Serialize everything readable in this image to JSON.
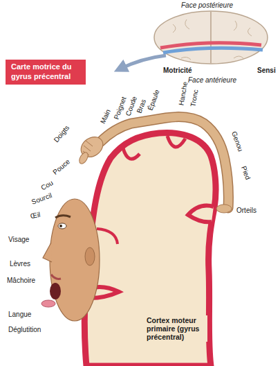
{
  "diagram": {
    "nodes": [
      {
        "text": [
          "Carte motrice du gyrus précentral"
        ]
      }
    ],
    "labels": [
      "Face postérieure",
      "Motricité",
      "Sensi",
      "Face antérieure",
      "Doigts",
      "Pouce",
      "Cou",
      "Sourcil",
      "Œil",
      "Main",
      "Poignet",
      "Coude",
      "Bras",
      "Épaule",
      "Hanche",
      "Tronc",
      "Genou",
      "Pied",
      "Orteils",
      "Visage",
      "Lèvres",
      "Mâchoire",
      "Langue",
      "Déglutition",
      "Cortex moteur primaire (gyrus précentral)"
    ]
  }
}
